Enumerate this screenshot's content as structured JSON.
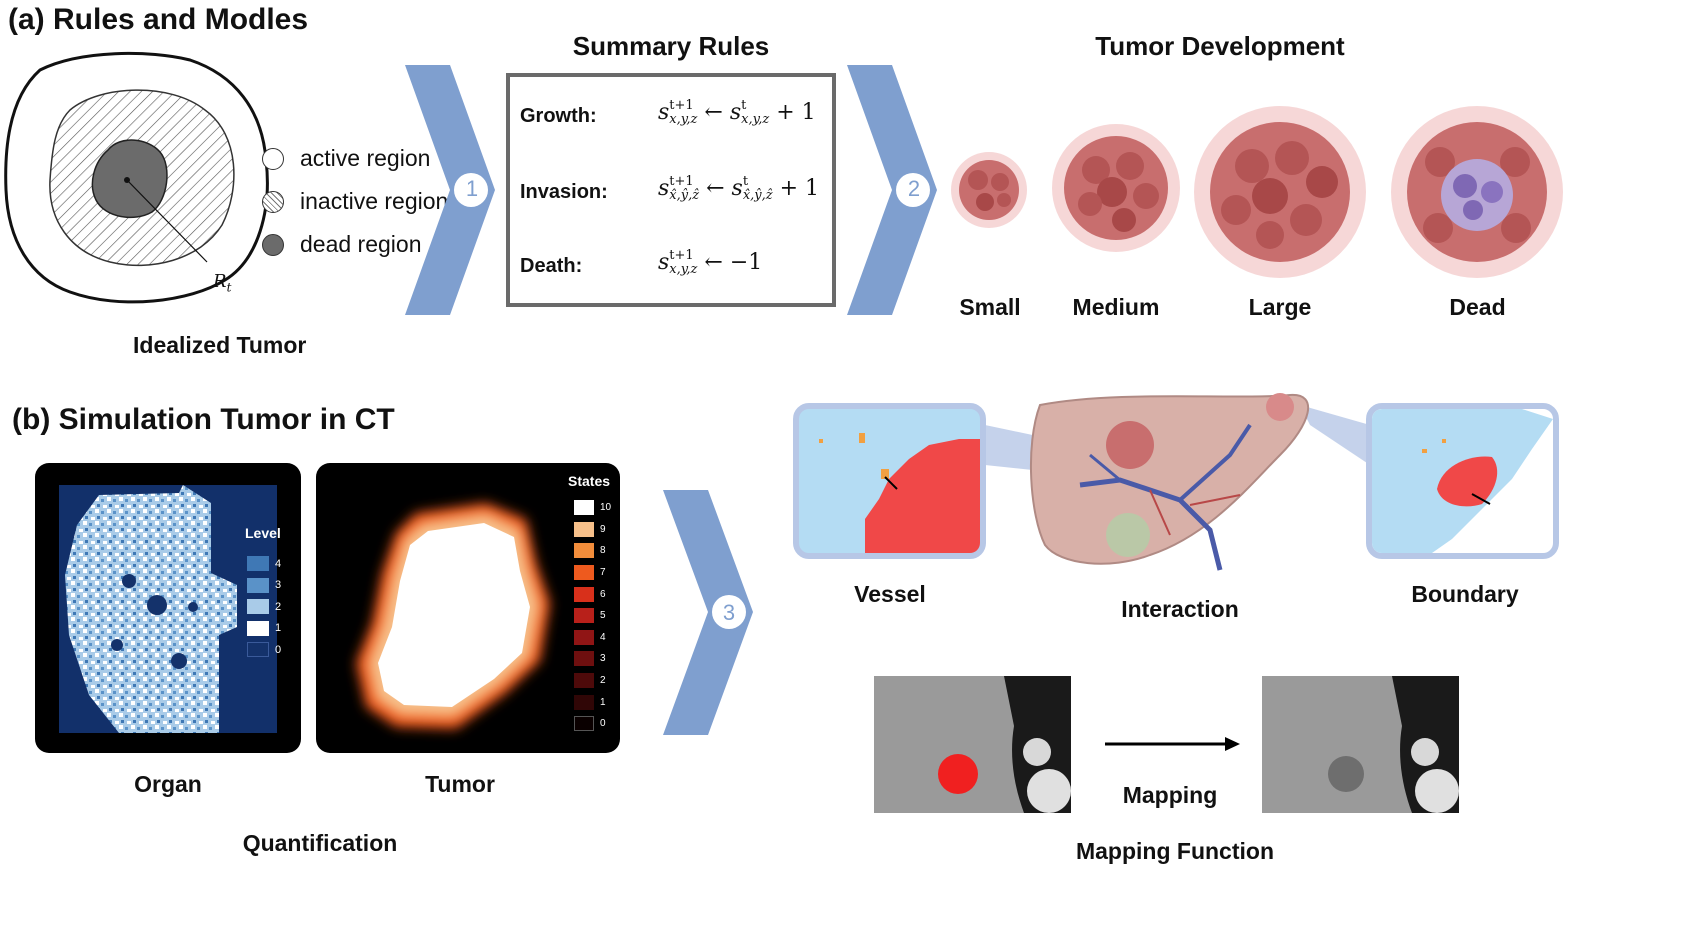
{
  "section_a": {
    "title": "(a) Rules and Modles",
    "idealized_tumor": {
      "caption": "Idealized Tumor",
      "radius_label": "R",
      "radius_sub": "t",
      "legend": [
        {
          "label": "active region",
          "swatch": "#ffffff"
        },
        {
          "label": "inactive region",
          "swatch": "hatched"
        },
        {
          "label": "dead region",
          "swatch": "#6b6b6b"
        }
      ]
    },
    "arrow_1": "1",
    "summary_rules": {
      "title": "Summary Rules",
      "rules": [
        {
          "name": "Growth:",
          "lhs_base": "s",
          "lhs_sup": "t+1",
          "lhs_sub": "x,y,z",
          "arrow": "←",
          "rhs_base": "s",
          "rhs_sup": "t",
          "rhs_sub": "x,y,z",
          "rhs_tail": "+ 1"
        },
        {
          "name": "Invasion:",
          "lhs_base": "s",
          "lhs_sup": "t+1",
          "lhs_sub": "x̂,ŷ,ẑ",
          "arrow": "←",
          "rhs_base": "s",
          "rhs_sup": "t",
          "rhs_sub": "x̂,ŷ,ẑ",
          "rhs_tail": "+ 1"
        },
        {
          "name": "Death:",
          "lhs_base": "s",
          "lhs_sup": "t+1",
          "lhs_sub": "x,y,z",
          "arrow": "←",
          "rhs_base": "",
          "rhs_sup": "",
          "rhs_sub": "",
          "rhs_tail": "−1"
        }
      ]
    },
    "arrow_2": "2",
    "tumor_development": {
      "title": "Tumor Development",
      "stages": [
        "Small",
        "Medium",
        "Large",
        "Dead"
      ]
    }
  },
  "section_b": {
    "title": "(b)  Simulation Tumor in CT",
    "organ": {
      "caption": "Organ",
      "legend_title": "Level",
      "levels": [
        "4",
        "3",
        "2",
        "1",
        "0"
      ],
      "level_colors": [
        "#3f78b5",
        "#5a92c8",
        "#a9cbe8",
        "#ffffff",
        "#14326b"
      ]
    },
    "tumor": {
      "caption": "Tumor",
      "legend_title": "States",
      "states": [
        "10",
        "9",
        "8",
        "7",
        "6",
        "5",
        "4",
        "3",
        "2",
        "1",
        "0"
      ],
      "state_colors": [
        "#ffffff",
        "#f7c08a",
        "#f28d3b",
        "#ee5a1e",
        "#d8301b",
        "#b8201a",
        "#901515",
        "#6e0f0f",
        "#4e0a0a",
        "#300606",
        "#0a0000"
      ]
    },
    "quantification_caption": "Quantification",
    "arrow_3": "3",
    "interaction": {
      "caption": "Interaction",
      "vessel_caption": "Vessel",
      "boundary_caption": "Boundary"
    },
    "mapping": {
      "caption": "Mapping Function",
      "arrow_label": "Mapping"
    }
  },
  "colors": {
    "chevron": "#7f9fcf",
    "chevron_badge_text": "#7f9fcf",
    "tumor_red": "#f04848",
    "tumor_tissue": "#c86e6e",
    "organ_bg": "#12306a",
    "ct_gray": "#9a9a9a"
  }
}
